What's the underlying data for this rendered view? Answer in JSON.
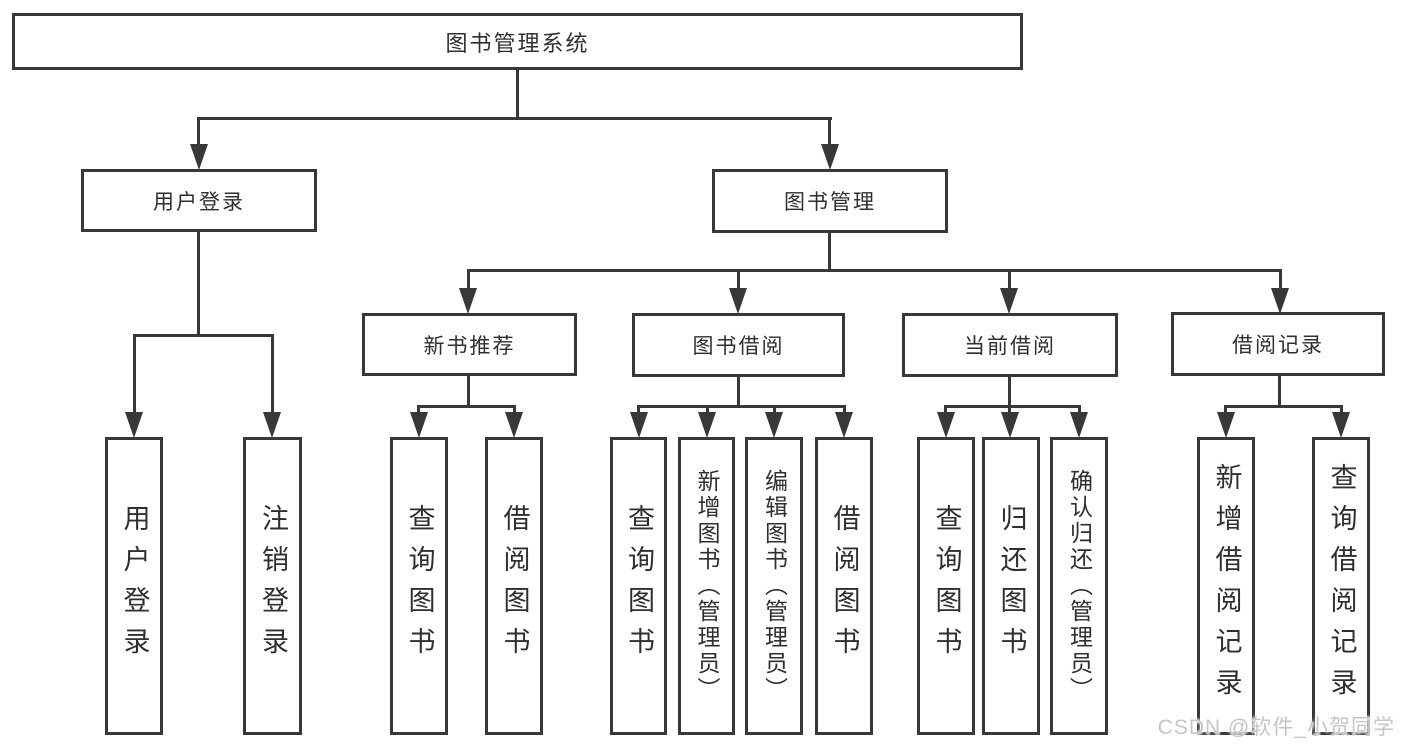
{
  "colors": {
    "line": "#383838",
    "text": "#2f2f2f",
    "watermark": "#c6c6c6",
    "background": "#ffffff"
  },
  "tree": {
    "label": "图书管理系统",
    "children": [
      {
        "label": "用户登录",
        "children": [
          {
            "label": "用户登录"
          },
          {
            "label": "注销登录"
          }
        ]
      },
      {
        "label": "图书管理",
        "children": [
          {
            "label": "新书推荐",
            "children": [
              {
                "label": "查询图书"
              },
              {
                "label": "借阅图书"
              }
            ]
          },
          {
            "label": "图书借阅",
            "children": [
              {
                "label": "查询图书"
              },
              {
                "label": "新增图书（管理员）"
              },
              {
                "label": "编辑图书（管理员）"
              },
              {
                "label": "借阅图书"
              }
            ]
          },
          {
            "label": "当前借阅",
            "children": [
              {
                "label": "查询图书"
              },
              {
                "label": "归还图书"
              },
              {
                "label": "确认归还（管理员）"
              }
            ]
          },
          {
            "label": "借阅记录",
            "children": [
              {
                "label": "新增借阅记录"
              },
              {
                "label": "查询借阅记录"
              }
            ]
          }
        ]
      }
    ]
  },
  "watermark": {
    "text": "CSDN @软件_小贺同学"
  }
}
